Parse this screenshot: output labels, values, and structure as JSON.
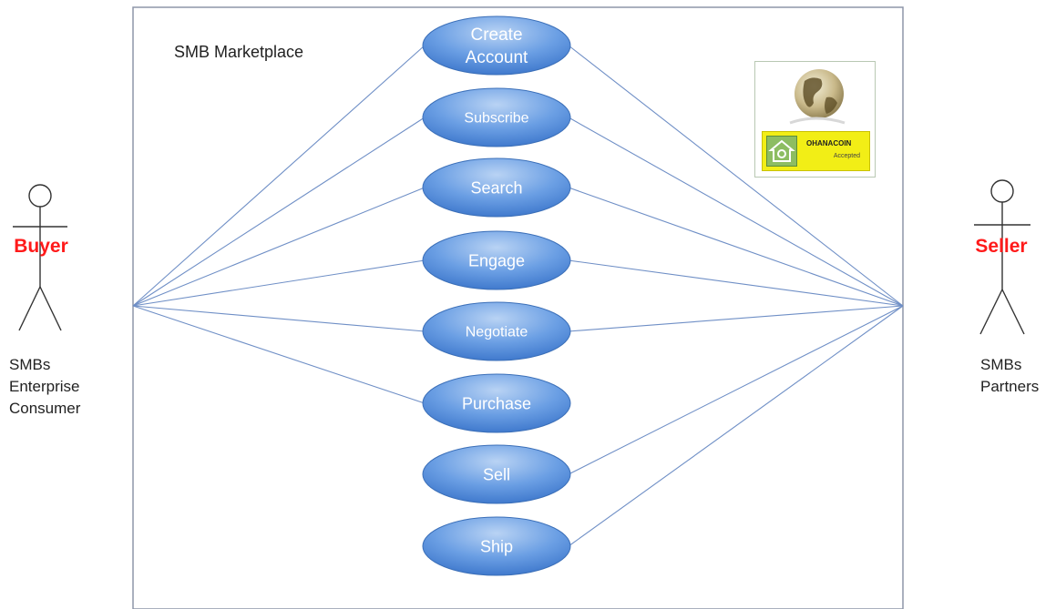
{
  "system": {
    "title": "SMB Marketplace"
  },
  "actors": {
    "buyer": {
      "name": "Buyer",
      "roles": [
        "SMBs",
        "Enterprise",
        "Consumer"
      ],
      "color": "#ff1a1a"
    },
    "seller": {
      "name": "Seller",
      "roles": [
        "SMBs",
        "Partners"
      ],
      "color": "#ff1a1a"
    }
  },
  "use_cases": [
    {
      "label": "Create\nAccount",
      "buyer": true,
      "seller": true
    },
    {
      "label": "Subscribe",
      "buyer": true,
      "seller": true
    },
    {
      "label": "Search",
      "buyer": true,
      "seller": true
    },
    {
      "label": "Engage",
      "buyer": true,
      "seller": true
    },
    {
      "label": "Negotiate",
      "buyer": true,
      "seller": true
    },
    {
      "label": "Purchase",
      "buyer": true,
      "seller": false
    },
    {
      "label": "Sell",
      "buyer": false,
      "seller": true
    },
    {
      "label": "Ship",
      "buyer": false,
      "seller": true
    }
  ],
  "badge": {
    "name": "OHANACOIN",
    "subtitle": "Accepted",
    "icons": [
      "globe-icon",
      "house-icon"
    ]
  },
  "colors": {
    "use_case_fill": "#4a86d8",
    "connector": "#6f8fc6",
    "system_border": "#8d96a8"
  }
}
